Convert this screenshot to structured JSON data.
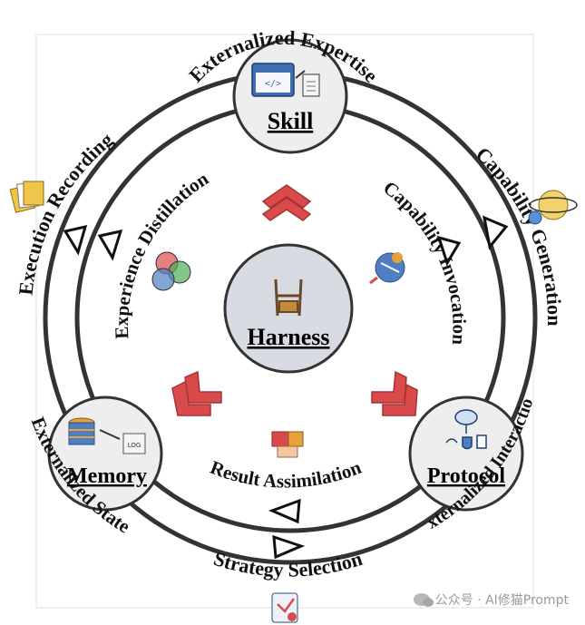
{
  "center": {
    "label": "Harness"
  },
  "nodes": {
    "skill": {
      "label": "Skill"
    },
    "memory": {
      "label": "Memory"
    },
    "protocol": {
      "label": "Protocol"
    }
  },
  "outer_ring_labels": {
    "top": "Externalized Expertise",
    "upper_right": "Capability Generation",
    "lower_right": "Externalized Interaction",
    "bottom": "Strategy Selection",
    "lower_left": "Externalized State",
    "upper_left": "Execution Recording"
  },
  "inner_ring_labels": {
    "left": "Experience Distillation",
    "right": "Capability Invocation",
    "bottom": "Result Assimilation"
  },
  "icon_names": [
    "code-window-icon",
    "puzzle-brain-icon",
    "network-icon",
    "file-stack-icon",
    "rocket-bulb-icon",
    "puzzle-hands-icon",
    "venn-icon",
    "strategy-icon",
    "harness-icon",
    "database-log-icon",
    "cloud-security-icon"
  ],
  "colors": {
    "ring": "#333333",
    "node_fill": "#eeeeee",
    "center_fill": "#d9dbe3",
    "chevron": "#d94a4a"
  },
  "watermark": {
    "text": "公众号 · AI修猫Prompt"
  }
}
